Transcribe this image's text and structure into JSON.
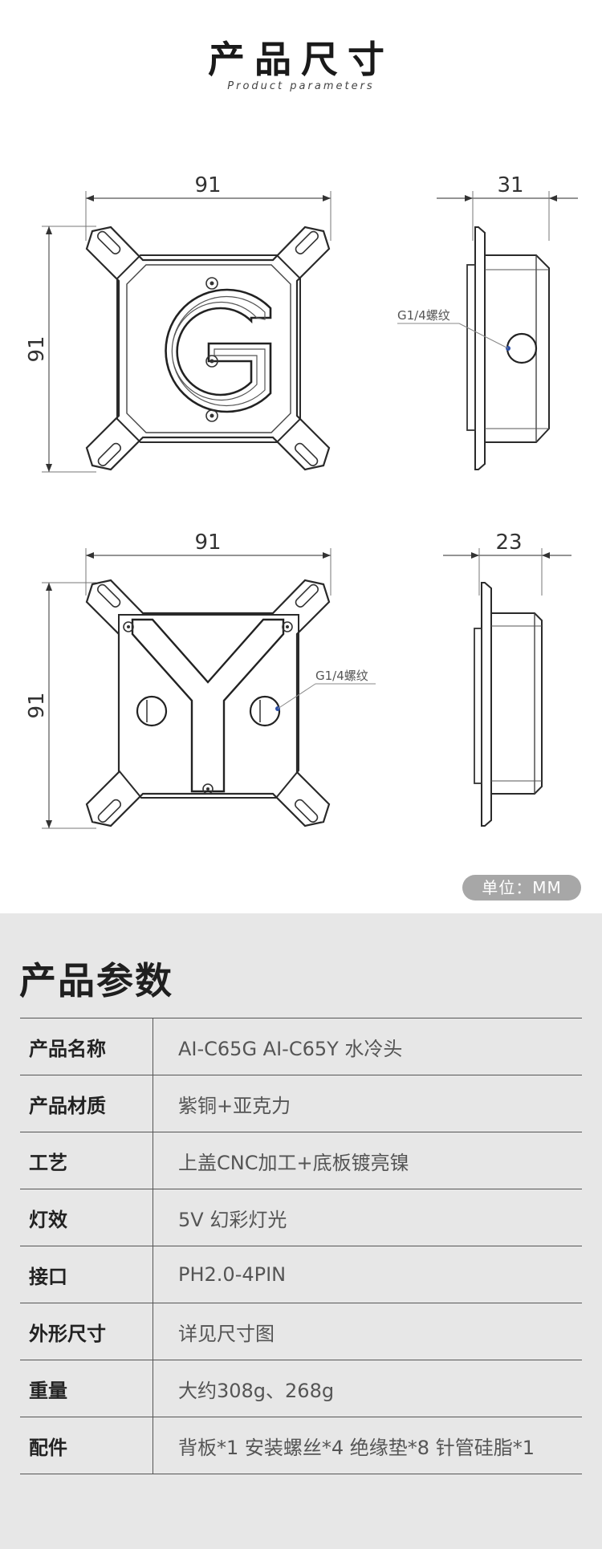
{
  "header": {
    "title": "产品尺寸",
    "subtitle": "Product parameters"
  },
  "drawings": {
    "g_front": {
      "width_label": "91",
      "height_label": "91"
    },
    "g_side": {
      "depth_label": "31",
      "thread_note": "G1/4螺纹"
    },
    "y_front": {
      "width_label": "91",
      "height_label": "91",
      "thread_note": "G1/4螺纹"
    },
    "y_side": {
      "depth_label": "23"
    }
  },
  "unit_badge": "单位：MM",
  "params": {
    "title": "产品参数",
    "rows": [
      {
        "key": "产品名称",
        "value": "AI-C65G  AI-C65Y 水冷头"
      },
      {
        "key": "产品材质",
        "value": "紫铜+亚克力"
      },
      {
        "key": "工艺",
        "value": "上盖CNC加工+底板镀亮镍"
      },
      {
        "key": "灯效",
        "value": "5V 幻彩灯光"
      },
      {
        "key": "接口",
        "value": "PH2.0-4PIN"
      },
      {
        "key": "外形尺寸",
        "value": "详见尺寸图"
      },
      {
        "key": "重量",
        "value": "大约308g、268g"
      },
      {
        "key": "配件",
        "value": "背板*1  安装螺丝*4  绝缘垫*8  针管硅脂*1"
      }
    ]
  }
}
